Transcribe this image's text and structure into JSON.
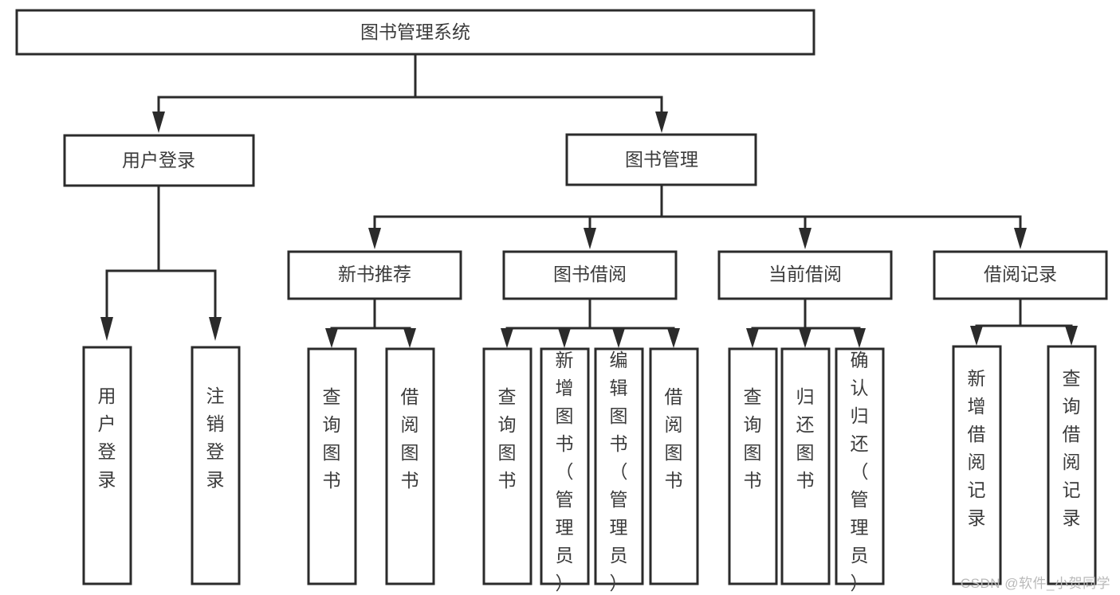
{
  "diagram": {
    "type": "tree",
    "title": "图书管理系统",
    "root": {
      "id": "root",
      "label": "图书管理系统"
    },
    "level1": [
      {
        "id": "user-login",
        "label": "用户登录"
      },
      {
        "id": "book-management",
        "label": "图书管理"
      }
    ],
    "level2": [
      {
        "id": "new-book-recommend",
        "label": "新书推荐",
        "parent": "book-management"
      },
      {
        "id": "book-borrow",
        "label": "图书借阅",
        "parent": "book-management"
      },
      {
        "id": "current-borrow",
        "label": "当前借阅",
        "parent": "book-management"
      },
      {
        "id": "borrow-record",
        "label": "借阅记录",
        "parent": "book-management"
      }
    ],
    "leaves": [
      {
        "id": "leaf-user-login",
        "label": "用户登录",
        "parent": "user-login"
      },
      {
        "id": "leaf-user-logout",
        "label": "注销登录",
        "parent": "user-login"
      },
      {
        "id": "leaf-query-book-1",
        "label": "查询图书",
        "parent": "new-book-recommend"
      },
      {
        "id": "leaf-borrow-book-1",
        "label": "借阅图书",
        "parent": "new-book-recommend"
      },
      {
        "id": "leaf-query-book-2",
        "label": "查询图书",
        "parent": "book-borrow"
      },
      {
        "id": "leaf-add-book",
        "label": "新增图书（管理员）",
        "parent": "book-borrow"
      },
      {
        "id": "leaf-edit-book",
        "label": "编辑图书（管理员）",
        "parent": "book-borrow"
      },
      {
        "id": "leaf-borrow-book-2",
        "label": "借阅图书",
        "parent": "book-borrow"
      },
      {
        "id": "leaf-query-book-3",
        "label": "查询图书",
        "parent": "current-borrow"
      },
      {
        "id": "leaf-return-book",
        "label": "归还图书",
        "parent": "current-borrow"
      },
      {
        "id": "leaf-confirm-return",
        "label": "确认归还（管理员）",
        "parent": "current-borrow"
      },
      {
        "id": "leaf-add-record",
        "label": "新增借阅记录",
        "parent": "borrow-record"
      },
      {
        "id": "leaf-query-record",
        "label": "查询借阅记录",
        "parent": "borrow-record"
      }
    ],
    "colors": {
      "box_stroke": "#2b2b2b",
      "box_fill": "#ffffff",
      "connector": "#2b2b2b",
      "text": "#3b3b3b",
      "background": "#ffffff",
      "watermark": "#b9b9b9"
    }
  },
  "watermark": {
    "text": "CSDN @软件_小贺同学"
  }
}
